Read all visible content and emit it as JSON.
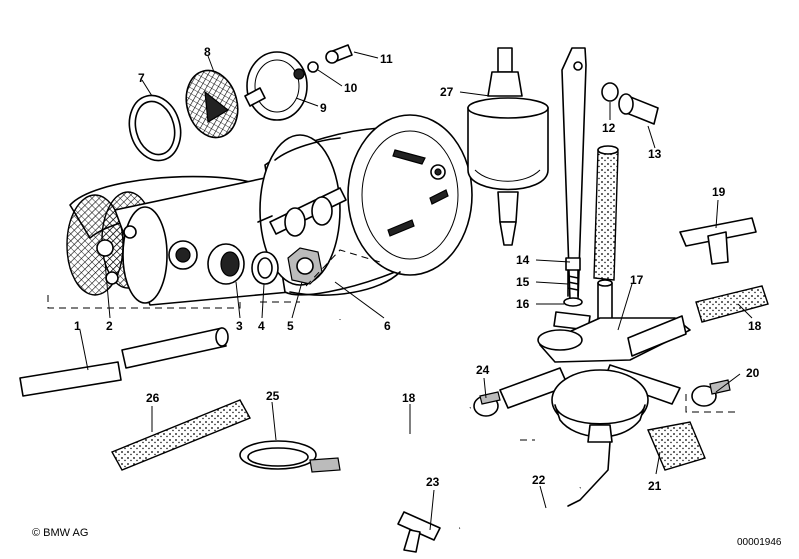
{
  "labels": {
    "l1": "1",
    "l2": "2",
    "l3": "3",
    "l4": "4",
    "l5": "5",
    "l6": "6",
    "l7": "7",
    "l8": "8",
    "l9": "9",
    "l10": "10",
    "l11": "11",
    "l12": "12",
    "l13": "13",
    "l14": "14",
    "l15": "15",
    "l16": "16",
    "l17": "17",
    "l18a": "18",
    "l18b": "18",
    "l19": "19",
    "l20": "20",
    "l21": "21",
    "l22": "22",
    "l23": "23",
    "l24": "24",
    "l25": "25",
    "l26": "26",
    "l27": "27"
  },
  "footer": {
    "copyright": "© BMW AG",
    "doc_number": "00001946"
  }
}
